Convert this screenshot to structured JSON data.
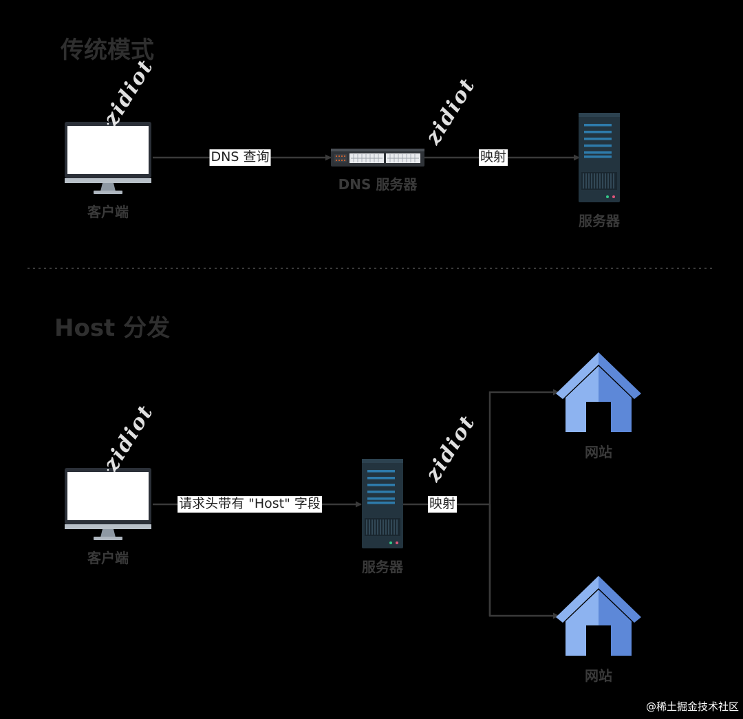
{
  "traditional": {
    "title": "传统模式",
    "client_label": "客户端",
    "dns_query_label": "DNS 查询",
    "dns_server_label": "DNS 服务器",
    "mapping_label": "映射",
    "server_label": "服务器"
  },
  "host_mode": {
    "title": "Host 分发",
    "client_label": "客户端",
    "header_label": "请求头带有 \"Host\" 字段",
    "server_label": "服务器",
    "mapping_label": "映射",
    "site_labels": [
      "网站",
      "网站"
    ]
  },
  "watermark": "zidiot",
  "credit": "@稀土掘金技术社区",
  "colors": {
    "background": "#000000",
    "line": "#3a3a3a",
    "monitor_frame": "#2b3038",
    "monitor_stand": "#aeb6bf",
    "server_body": "#23343f",
    "server_stripe": "#2e7bab",
    "house_light": "#8db3f0",
    "house_dark": "#5d88d8"
  }
}
